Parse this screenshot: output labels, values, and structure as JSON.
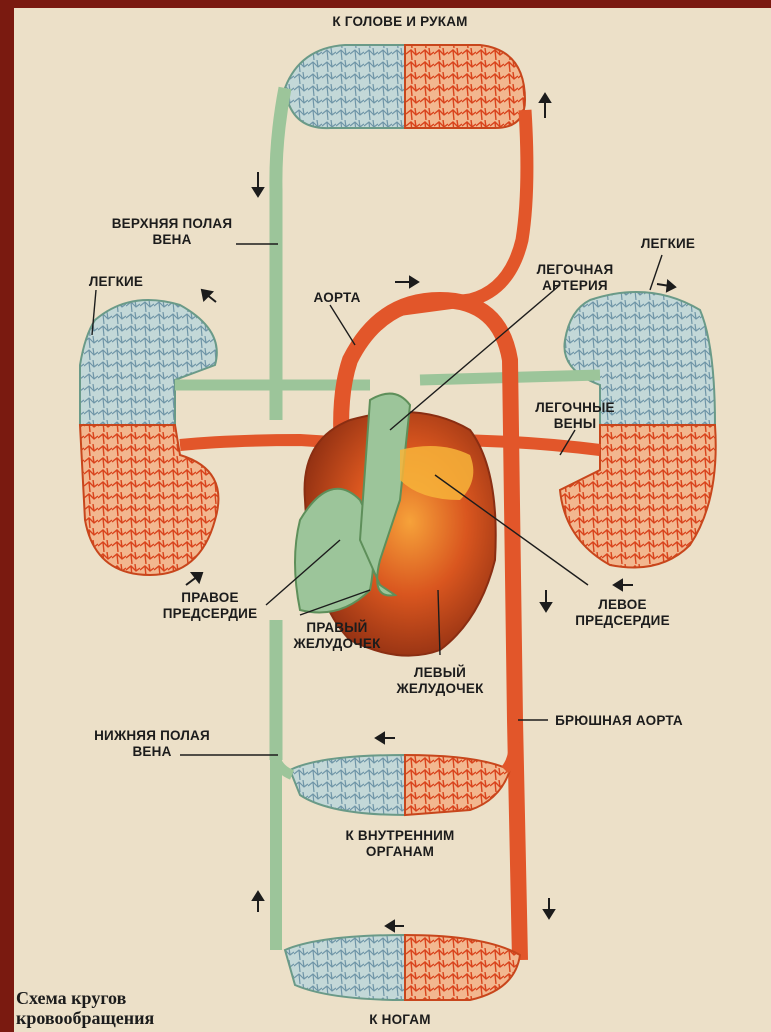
{
  "title": "Схема кругов\nкровообращения",
  "labels": {
    "head_arms": "К ГОЛОВЕ И РУКАМ",
    "superior_vena_cava": "ВЕРХНЯЯ ПОЛАЯ\nВЕНА",
    "lungs_left": "ЛЕГКИЕ",
    "lungs_right": "ЛЕГКИЕ",
    "aorta": "АОРТА",
    "pulmonary_artery": "ЛЕГОЧНАЯ\nАРТЕРИЯ",
    "pulmonary_veins": "ЛЕГОЧНЫЕ\nВЕНЫ",
    "right_atrium": "ПРАВОЕ\nПРЕДСЕРДИЕ",
    "right_ventricle": "ПРАВЫЙ\nЖЕЛУДОЧЕК",
    "left_ventricle": "ЛЕВЫЙ\nЖЕЛУДОЧЕК",
    "left_atrium": "ЛЕВОЕ\nПРЕДСЕРДИЕ",
    "inferior_vena_cava": "НИЖНЯЯ ПОЛАЯ\nВЕНА",
    "abdominal_aorta": "БРЮШНАЯ АОРТА",
    "internal_organs": "К ВНУТРЕННИМ\nОРГАНАМ",
    "legs": "К НОГАМ"
  },
  "colors": {
    "paper": "#ece0c8",
    "venous": "#9cc59a",
    "venous_capillary": "#a9c8cf",
    "arterial": "#e2562a",
    "arterial_dark": "#b8431c",
    "heart": "#c4491d",
    "frame": "#7a1a10"
  }
}
